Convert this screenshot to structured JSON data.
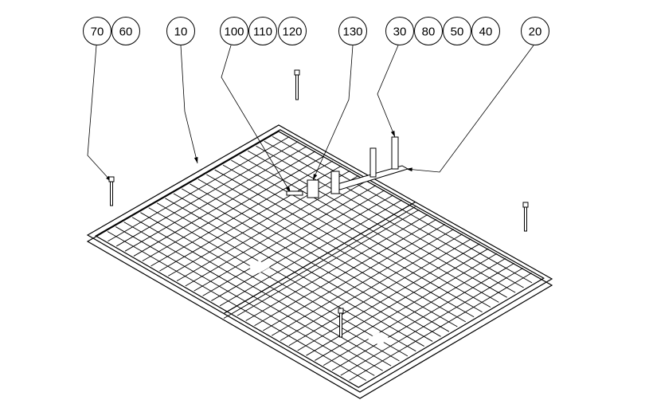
{
  "balloons": [
    {
      "id": "70",
      "label": "70"
    },
    {
      "id": "60",
      "label": "60"
    },
    {
      "id": "10",
      "label": "10"
    },
    {
      "id": "100",
      "label": "100"
    },
    {
      "id": "110",
      "label": "110"
    },
    {
      "id": "120",
      "label": "120"
    },
    {
      "id": "130",
      "label": "130"
    },
    {
      "id": "30",
      "label": "30"
    },
    {
      "id": "80",
      "label": "80"
    },
    {
      "id": "50",
      "label": "50"
    },
    {
      "id": "40",
      "label": "40"
    },
    {
      "id": "20",
      "label": "20"
    }
  ]
}
